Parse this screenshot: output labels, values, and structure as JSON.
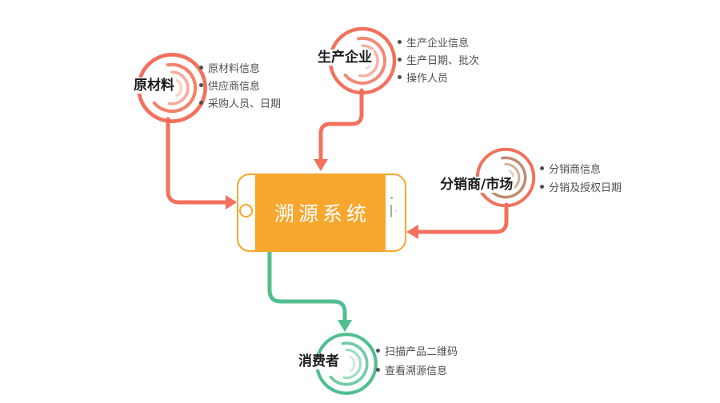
{
  "colors": {
    "salmon": "#F3705C",
    "green": "#50BE8E",
    "phone_border": "#F5A62B",
    "screen": "#F7A62E",
    "screen_text": "#FFFFFF",
    "label_text": "#1B1B1B",
    "bullet_text": "#4F4F4F",
    "phone_detail_gray": "#ABABAB"
  },
  "phone": {
    "screen_title": "溯源系统"
  },
  "nodes": [
    {
      "id": "raw-materials",
      "label": "原材料",
      "bullets": [
        "原材料信息",
        "供应商信息",
        "采购人员、日期"
      ],
      "icon_colors": {
        "c1": "#F3705C",
        "c2": "#F3826C",
        "c3": "#F6AC9D",
        "c4": "#F9CEC5"
      }
    },
    {
      "id": "producer",
      "label": "生产企业",
      "bullets": [
        "生产企业信息",
        "生产日期、批次",
        "操作人员"
      ],
      "icon_colors": {
        "c1": "#F3705C",
        "c2": "#F18A75",
        "c3": "#F5B2A3",
        "c4": "#F9D4CB"
      }
    },
    {
      "id": "distributor",
      "label": "分销商/市场",
      "bullets": [
        "分销商信息",
        "分销及授权日期"
      ],
      "icon_colors": {
        "c1": "#F3705C",
        "c2": "#BD8C72",
        "c3": "#D2B09B",
        "c4": "#E4CCBD"
      }
    },
    {
      "id": "consumer",
      "label": "消费者",
      "bullets": [
        "扫描产品二维码",
        "查看溯源信息"
      ],
      "icon_colors": {
        "c1": "#50BE8E",
        "c2": "#72CBA4",
        "c3": "#9EDCC0",
        "c4": "#C9ECDB"
      }
    }
  ]
}
